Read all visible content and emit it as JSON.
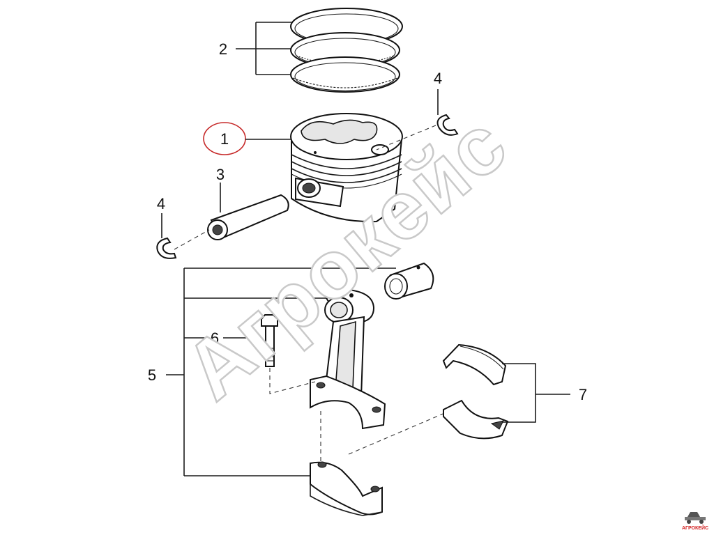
{
  "callouts": {
    "c1": "1",
    "c2": "2",
    "c3": "3",
    "c4a": "4",
    "c4b": "4",
    "c5": "5",
    "c6": "6",
    "c7": "7"
  },
  "highlight_color": "#c62828",
  "watermark": {
    "text": "Агрокейс"
  },
  "logo": {
    "text": "АГРОКЕЙС"
  }
}
